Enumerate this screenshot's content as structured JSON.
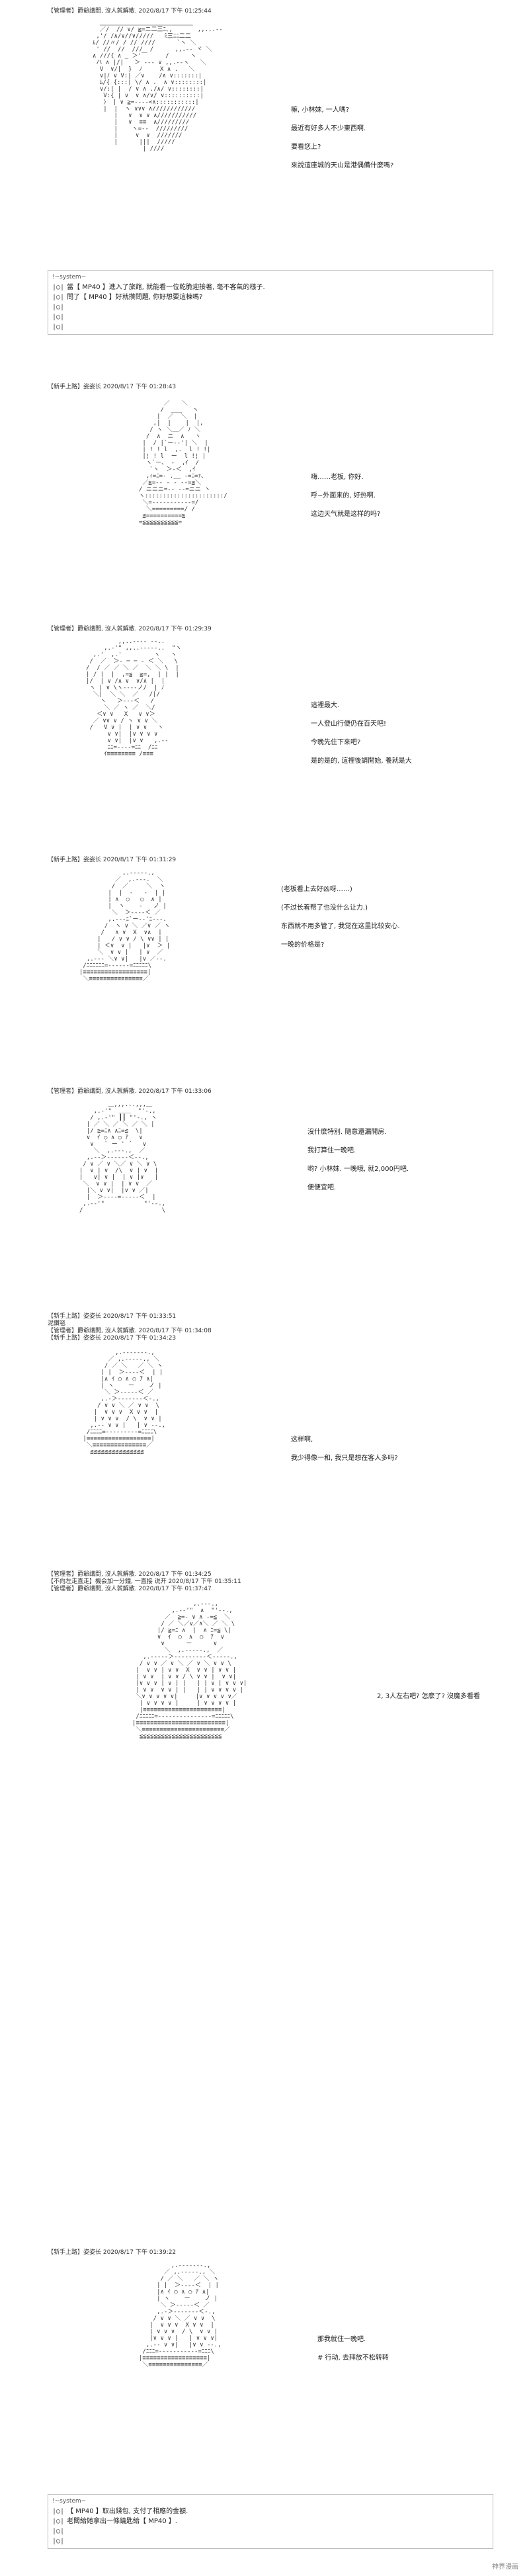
{
  "posts": [
    {
      "header": "【管理者】爵爺講問, 沒人就解散.  2020/8/17  下午 01:25:44",
      "lines": [
        "嘛, 小林妹, 一人嗎?",
        "最近有好多人不少東西啊.",
        "要看您上?",
        "來說這座城的天山是港偶備什麼嗎?"
      ]
    },
    {
      "header": "【新手上路】姿姿长  2020/8/17  下午 01:28:43",
      "lines": [
        "嗨……老板, 你好.",
        "呼~外面来的, 好热啊.",
        "这边天气就是这样的吗?"
      ]
    },
    {
      "header": "【管理者】爵爺講問, 沒人就解散.  2020/8/17  下午 01:29:39",
      "lines": [
        "這裡最大.",
        "一人登山行便仍在百天吧!",
        "今晚先住下來吧?",
        "是的是的, 這裡後請開始, 養就是大"
      ]
    },
    {
      "header": "【新手上路】姿姿长  2020/8/17  下午 01:31:29",
      "lines": [
        "(老板看上去好凶呀……)",
        "(不过长着帮了也没什么让力.)",
        "东西就不用多管了, 我觉在这里比较安心.",
        "一晚的价格是?"
      ]
    },
    {
      "header": "【管理者】爵爺講問, 沒人就解散.  2020/8/17  下午 01:33:06",
      "lines": [
        "沒什麼特別. 隨意還漏開房.",
        "我打算住一晚吧.",
        "哟? 小林妹. 一晚哦, 就2,000円吧.",
        "便便宜吧."
      ]
    },
    {
      "header": "【新手上路】姿姿长  2020/8/17  下午 01:33:51",
      "subs": [
        "泥鑽毯",
        "【管理者】爵爺講問, 沒人就解散.  2020/8/17  下午 01:34:08",
        "【新手上路】姿姿长  2020/8/17  下午 01:34:23"
      ],
      "lines": [
        "这样啊,",
        "我少得像一和, 我只是想在客人多吗?"
      ]
    },
    {
      "header": "【管理者】爵爺講問, 沒人就解散.  2020/8/17  下午 01:34:25",
      "subs": [
        "【不向左走直走】機会加一分鐘, 一直接 说开  2020/8/17  下午 01:35:11",
        "【管理者】爵爺講問, 沒人就解散.  2020/8/17  下午 01:37:47"
      ],
      "lines": [
        "2, 3人左右吧? 怎麼了? 沒魔多看看"
      ]
    },
    {
      "header": "【新手上路】姿姿长  2020/8/17  下午 01:39:22",
      "lines": [
        "那我就住一晚吧.",
        "# 行动, 去拜放不松转转"
      ]
    }
  ],
  "system_boxes": [
    {
      "title": "!~system~",
      "lines": [
        "當【 MP40 】進入了旅館, 就能看一位乾脆迎接著, 毫不客氣的樣子.",
        "問了【 MP40 】好就攢問題, 你好想要這棟嗎?"
      ]
    },
    {
      "title": "!~system~",
      "lines": [
        "【 MP40 】取出錢包, 支付了相應的金額.",
        "老闆給她拿出一條鑰匙給【 MP40 】."
      ]
    }
  ],
  "watermark": "神界漫画"
}
